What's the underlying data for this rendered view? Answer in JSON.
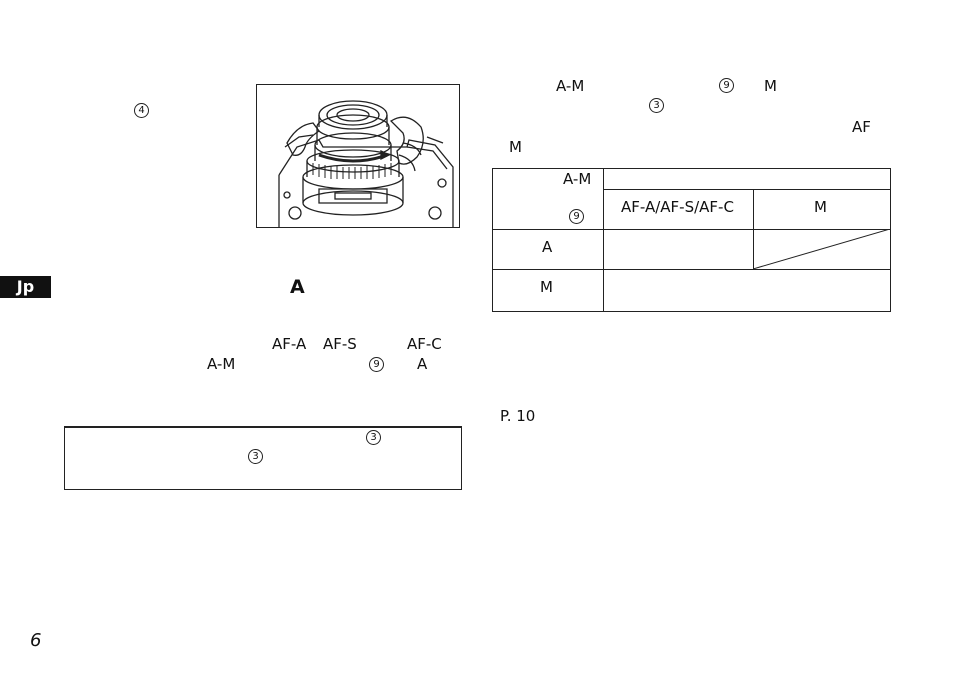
{
  "side_tab": {
    "label": "Jp"
  },
  "page_number": "6",
  "left": {
    "marker_4": "4",
    "heading_letter": "A",
    "para": {
      "af_a": "AF-A",
      "af_s": "AF-S",
      "af_c": "AF-C",
      "a_m": "A-M",
      "marker_9": "9",
      "a": "A"
    },
    "note": {
      "marker_3a": "3",
      "marker_3b": "3"
    }
  },
  "right": {
    "a_m": "A-M",
    "marker_9": "9",
    "m": "M",
    "marker_3": "3",
    "af": "AF",
    "m2": "M",
    "table": {
      "header_a_m": "A-M",
      "header_marker_9": "9",
      "col_af": "AF-A/AF-S/AF-C",
      "col_m": "M",
      "row_a": "A",
      "row_m": "M"
    },
    "page_ref": "P. 10"
  },
  "colors": {
    "ink": "#111111",
    "tab_bg": "#111111",
    "tab_text": "#ffffff"
  }
}
